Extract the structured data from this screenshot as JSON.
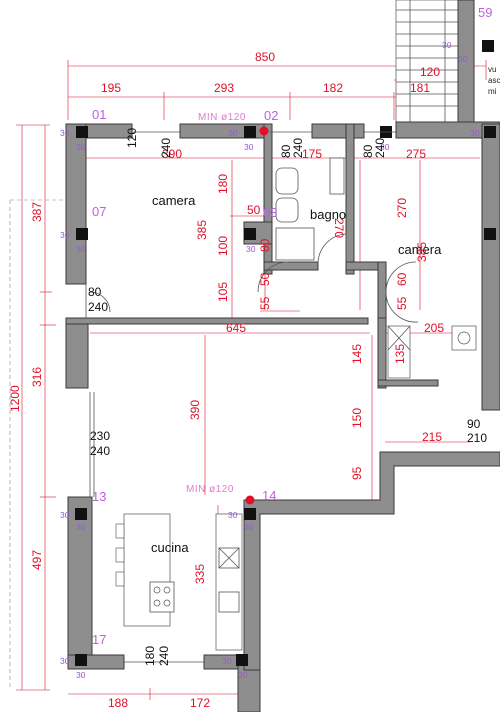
{
  "rooms": {
    "camera_left": "camera",
    "camera_right": "camera",
    "bagno": "bagno",
    "cucina": "cucina"
  },
  "pillars": {
    "p01": "01",
    "p02": "02",
    "p03": "03",
    "p07": "07",
    "p13": "13",
    "p14": "14",
    "p17": "17",
    "p59": "59"
  },
  "min_labels": {
    "top": "MIN  ø120",
    "mid": "MIN  ø120"
  },
  "top_dimensions": {
    "total": "850",
    "d195": "195",
    "d293": "293",
    "d182": "182",
    "d181": "181",
    "d120": "120"
  },
  "left_dimensions": {
    "total": "1200",
    "d387": "387",
    "d316": "316",
    "d497": "497"
  },
  "bottom_dimensions": {
    "d188": "188",
    "d172": "172"
  },
  "interior_red": {
    "d390a": "390",
    "d175": "175",
    "d275": "275",
    "d180": "180",
    "d385a": "385",
    "d100": "100",
    "d105": "105",
    "d50a": "50",
    "d80": "80",
    "d270a": "270",
    "d50b": "50",
    "d55a": "55",
    "d270b": "270",
    "d385b": "385",
    "d60": "60",
    "d55b": "55",
    "d645": "645",
    "d205": "205",
    "d145": "145",
    "d135": "135",
    "d390b": "390",
    "d150": "150",
    "d215": "215",
    "d95": "95",
    "d335": "335"
  },
  "openings": {
    "w1_w": "120",
    "w1_h": "240",
    "w2_w": "80",
    "w2_h": "240",
    "w3_w": "80",
    "w3_h": "240",
    "d1_w": "80",
    "d1_h": "240",
    "d2_w": "230",
    "d2_h": "240",
    "d3_w": "90",
    "d3_h": "210",
    "d4_w": "180",
    "d4_h": "240"
  },
  "stair_text": {
    "l1": "vu",
    "l2": "asc",
    "l3": "mi"
  },
  "wall_tag": "30"
}
